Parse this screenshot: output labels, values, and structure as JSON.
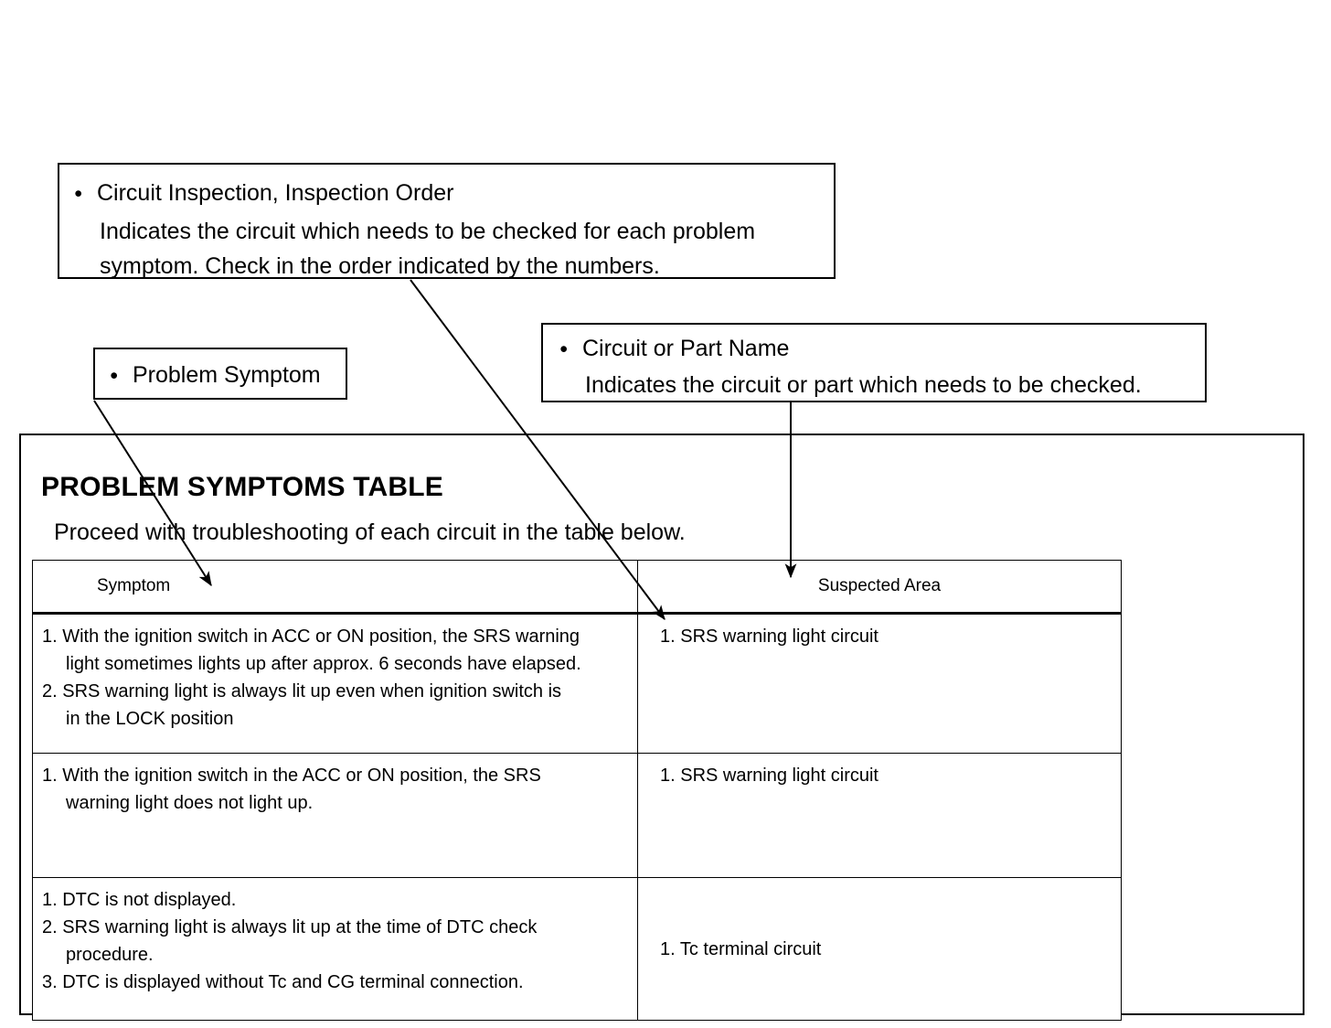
{
  "callouts": [
    {
      "id": "inspection-order",
      "heading": "Circuit Inspection, Inspection Order",
      "line2": "Indicates the circuit which needs to be checked for each problem",
      "line3": "symptom. Check in the order indicated by the numbers."
    },
    {
      "id": "problem-symptom",
      "heading": "Problem Symptom"
    },
    {
      "id": "circuit-part-name",
      "heading": "Circuit or Part Name",
      "line2": "Indicates the circuit or part which needs to be checked."
    }
  ],
  "panel": {
    "title": "PROBLEM SYMPTOMS TABLE",
    "subtitle": "Proceed with troubleshooting of each circuit in the table below."
  },
  "table": {
    "headers": {
      "symptom": "Symptom",
      "suspected_area": "Suspected Area"
    },
    "rows": [
      {
        "symptom_items": [
          {
            "number": "1.",
            "lines": [
              "With the ignition switch in  ACC or ON position, the SRS warning",
              "light sometimes lights up after approx. 6 seconds have elapsed."
            ]
          },
          {
            "number": "2.",
            "lines": [
              "SRS warning light is always lit up even when ignition switch is",
              "in the LOCK position"
            ]
          }
        ],
        "suspected_items": [
          {
            "number": "1.",
            "lines": [
              "SRS warning light circuit"
            ]
          }
        ]
      },
      {
        "symptom_items": [
          {
            "number": "1.",
            "lines": [
              "With the ignition switch in the ACC or ON position, the SRS",
              "warning light does not light up."
            ]
          }
        ],
        "suspected_items": [
          {
            "number": "1.",
            "lines": [
              "SRS warning light circuit"
            ]
          }
        ]
      },
      {
        "symptom_items": [
          {
            "number": "1.",
            "lines": [
              "DTC is not displayed."
            ]
          },
          {
            "number": "2.",
            "lines": [
              "SRS warning light is always lit up at the time of DTC check",
              "procedure."
            ]
          },
          {
            "number": "3.",
            "lines": [
              "DTC is displayed without Tc and CG terminal connection."
            ]
          }
        ],
        "suspected_items": [
          {
            "number": "1.",
            "lines": [
              "Tc terminal circuit"
            ]
          }
        ]
      }
    ]
  },
  "colors": {
    "ink": "#000000",
    "paper": "#ffffff"
  }
}
